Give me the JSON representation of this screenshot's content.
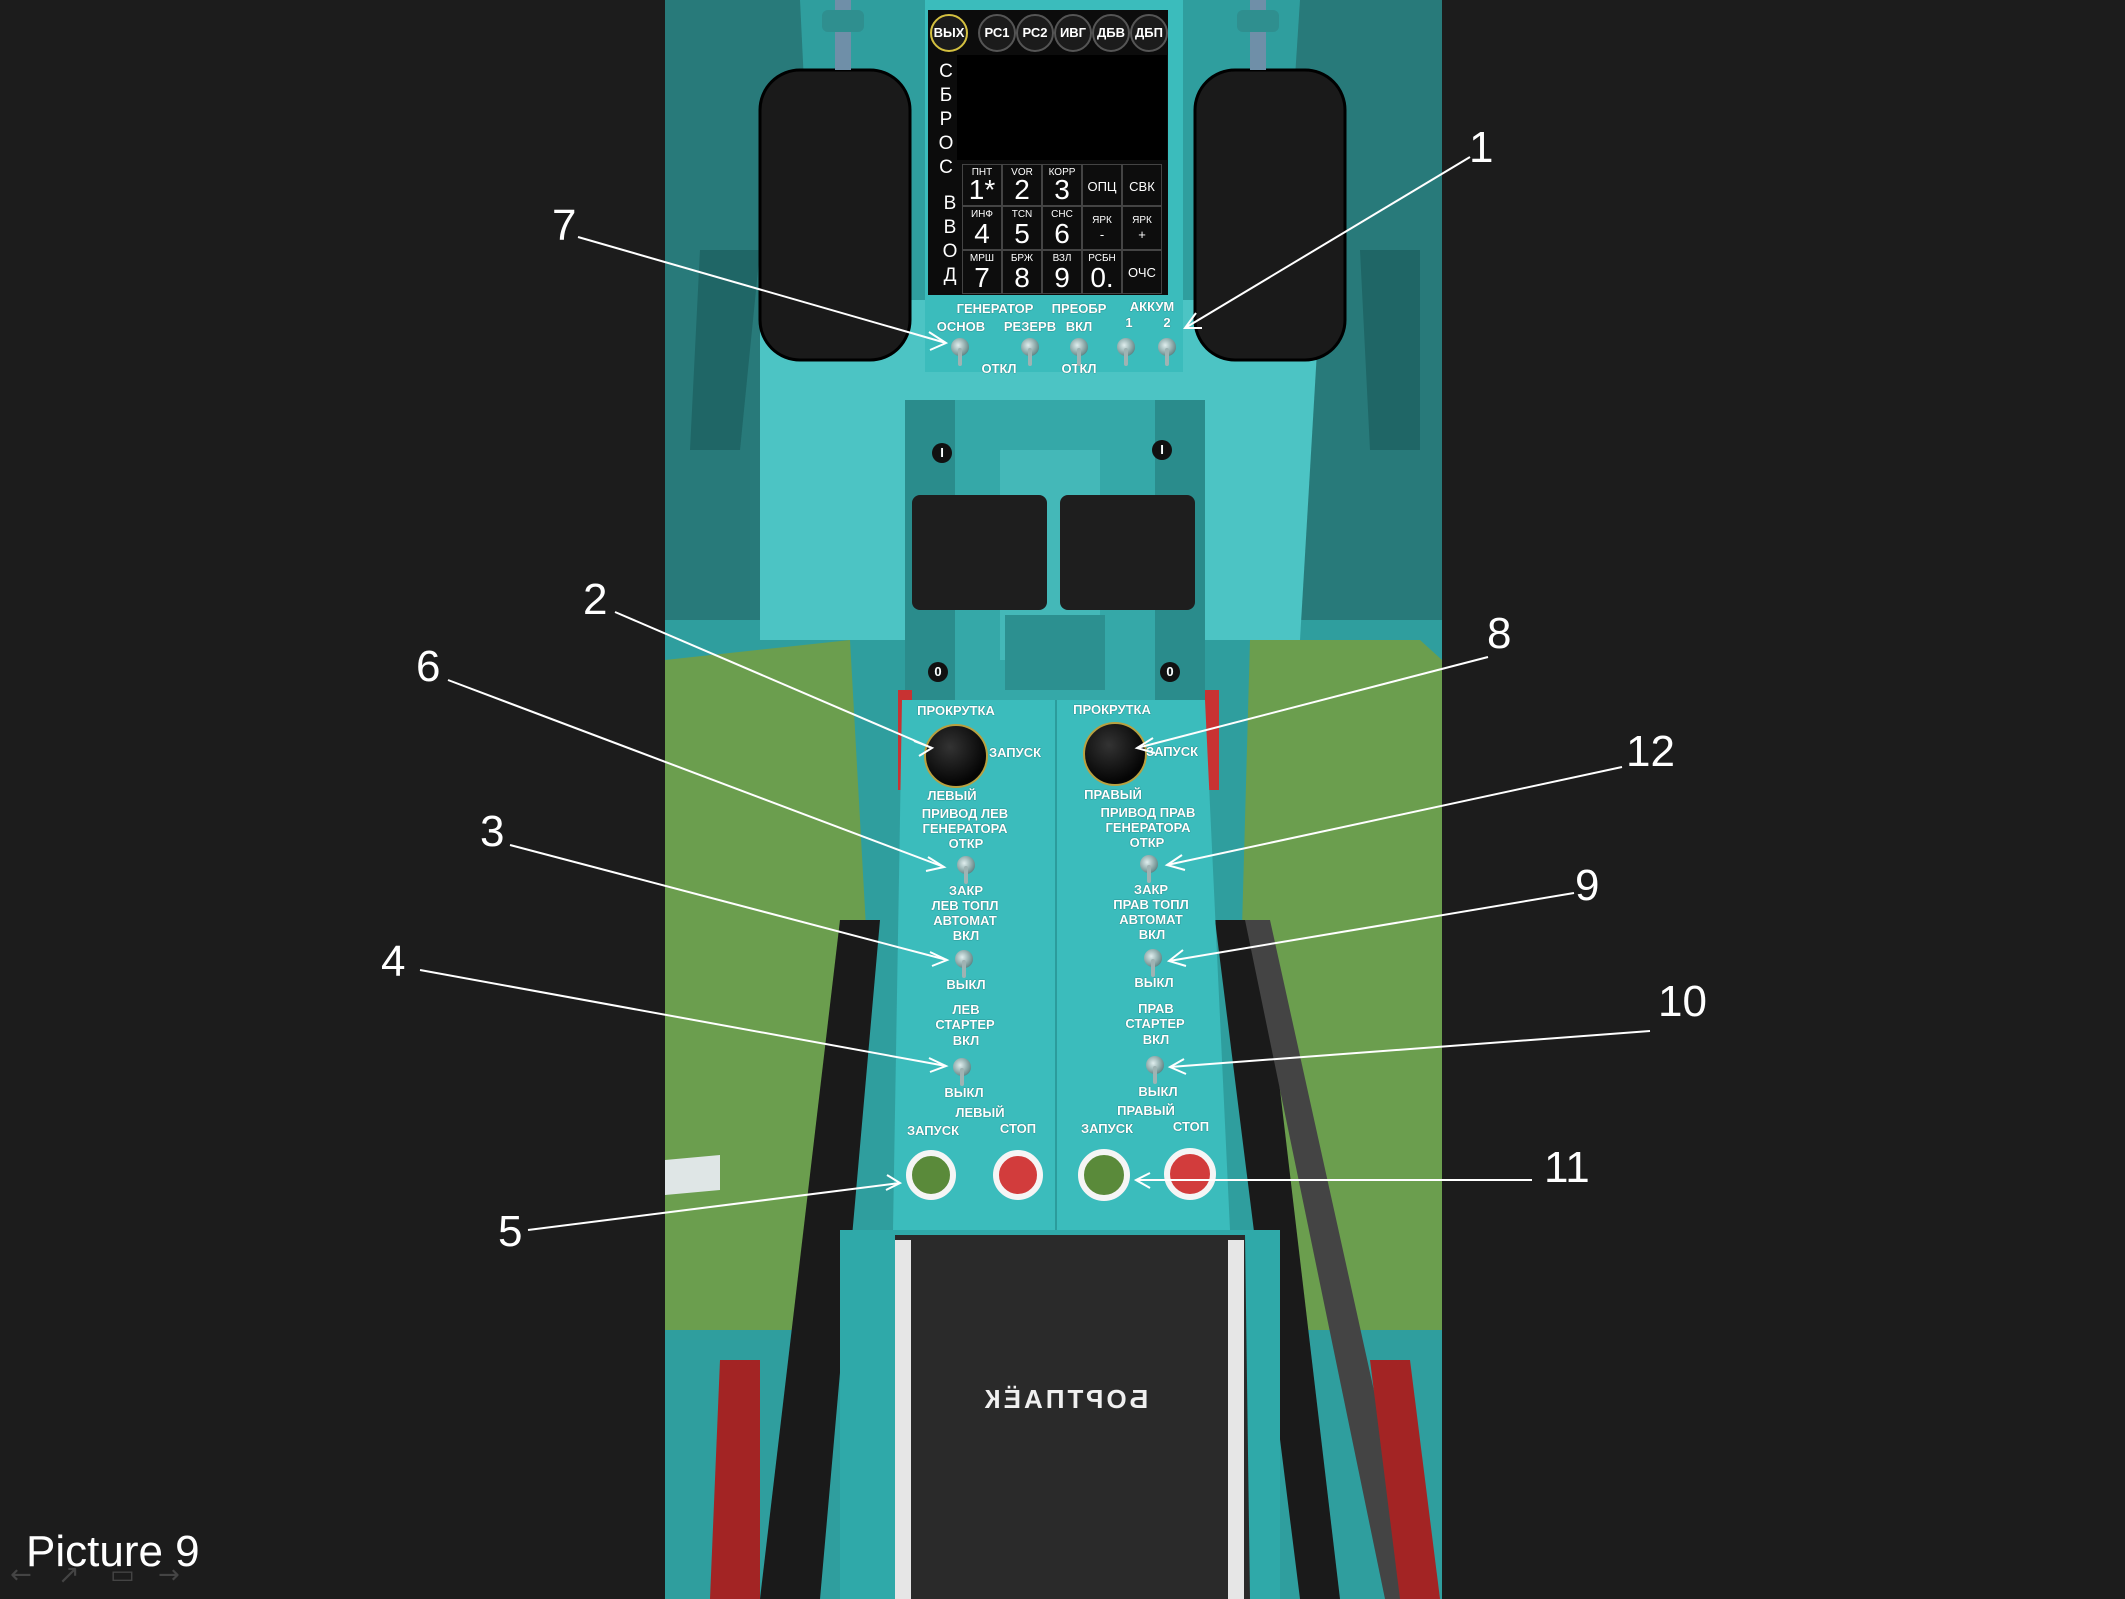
{
  "caption": "Picture 9",
  "mfd": {
    "top_buttons": [
      "ВЫХ",
      "РС1",
      "РС2",
      "ИВГ",
      "ДБВ",
      "ДБП"
    ],
    "left_vertical_1": [
      "С",
      "Б",
      "Р",
      "О",
      "С"
    ],
    "left_vertical_2": [
      "В",
      "В",
      "О",
      "Д"
    ],
    "keys": [
      {
        "small": "ПНТ",
        "big": "1*"
      },
      {
        "small": "VOR",
        "big": "2"
      },
      {
        "small": "КОРР",
        "big": "3"
      },
      {
        "small": "",
        "big": "ОПЦ"
      },
      {
        "small": "",
        "big": "СВК"
      },
      {
        "small": "ИНФ",
        "big": "4"
      },
      {
        "small": "TCN",
        "big": "5"
      },
      {
        "small": "СНС",
        "big": "6"
      },
      {
        "small": "ЯРК",
        "big": "-"
      },
      {
        "small": "ЯРК",
        "big": "+"
      },
      {
        "small": "МРШ",
        "big": "7"
      },
      {
        "small": "БРЖ",
        "big": "8"
      },
      {
        "small": "ВЗЛ",
        "big": "9"
      },
      {
        "small": "РСБН",
        "big": "0."
      },
      {
        "small": "",
        "big": "ОЧС"
      }
    ]
  },
  "upper_panel": {
    "generator": "ГЕНЕРАТОР",
    "osnov": "ОСНОВ",
    "rezerv": "РЕЗЕРВ",
    "preobr": "ПРЕОБР",
    "vkl": "ВКЛ",
    "akkum": "АККУМ",
    "akkum_1": "1",
    "akkum_2": "2",
    "otkl_1": "ОТКЛ",
    "otkl_2": "ОТКЛ"
  },
  "left_panel": {
    "prokrutka": "ПРОКРУТКА",
    "zapusk": "ЗАПУСК",
    "levy": "ЛЕВЫЙ",
    "privod_1": "ПРИВОД ЛЕВ",
    "privod_2": "ГЕНЕРАТОРА",
    "otkr": "ОТКР",
    "zakr": "ЗАКР",
    "topl_1": "ЛЕВ ТОПЛ",
    "topl_2": "АВТОМАТ",
    "topl_vkl": "ВКЛ",
    "topl_vykl": "ВЫКЛ",
    "starter_1": "ЛЕВ",
    "starter_2": "СТАРТЕР",
    "starter_vkl": "ВКЛ",
    "starter_vykl": "ВЫКЛ",
    "eng_label": "ЛЕВЫЙ",
    "start_btn": "ЗАПУСК",
    "stop_btn": "СТОП"
  },
  "right_panel": {
    "prokrutka": "ПРОКРУТКА",
    "zapusk": "ЗАПУСК",
    "pravy": "ПРАВЫЙ",
    "privod_1": "ПРИВОД ПРАВ",
    "privod_2": "ГЕНЕРАТОРА",
    "otkr": "ОТКР",
    "zakr": "ЗАКР",
    "topl_1": "ПРАВ ТОПЛ",
    "topl_2": "АВТОМАТ",
    "topl_vkl": "ВКЛ",
    "topl_vykl": "ВЫКЛ",
    "starter_1": "ПРАВ",
    "starter_2": "СТАРТЕР",
    "starter_vkl": "ВКЛ",
    "starter_vykl": "ВЫКЛ",
    "eng_label": "ПРАВЫЙ",
    "start_btn": "ЗАПУСК",
    "stop_btn": "СТОП"
  },
  "throttle_marks": [
    "I",
    "I",
    "0",
    "0"
  ],
  "bortpaek": "БОРТПАЁК",
  "callouts": [
    "1",
    "2",
    "3",
    "4",
    "5",
    "6",
    "7",
    "8",
    "9",
    "10",
    "11",
    "12"
  ],
  "colors": {
    "panel": "#3bbcbc",
    "background": "#1c1c1c",
    "side_pad": "#6b9e4e",
    "start_button": "#5a8a3a",
    "stop_button": "#d23c3c"
  }
}
